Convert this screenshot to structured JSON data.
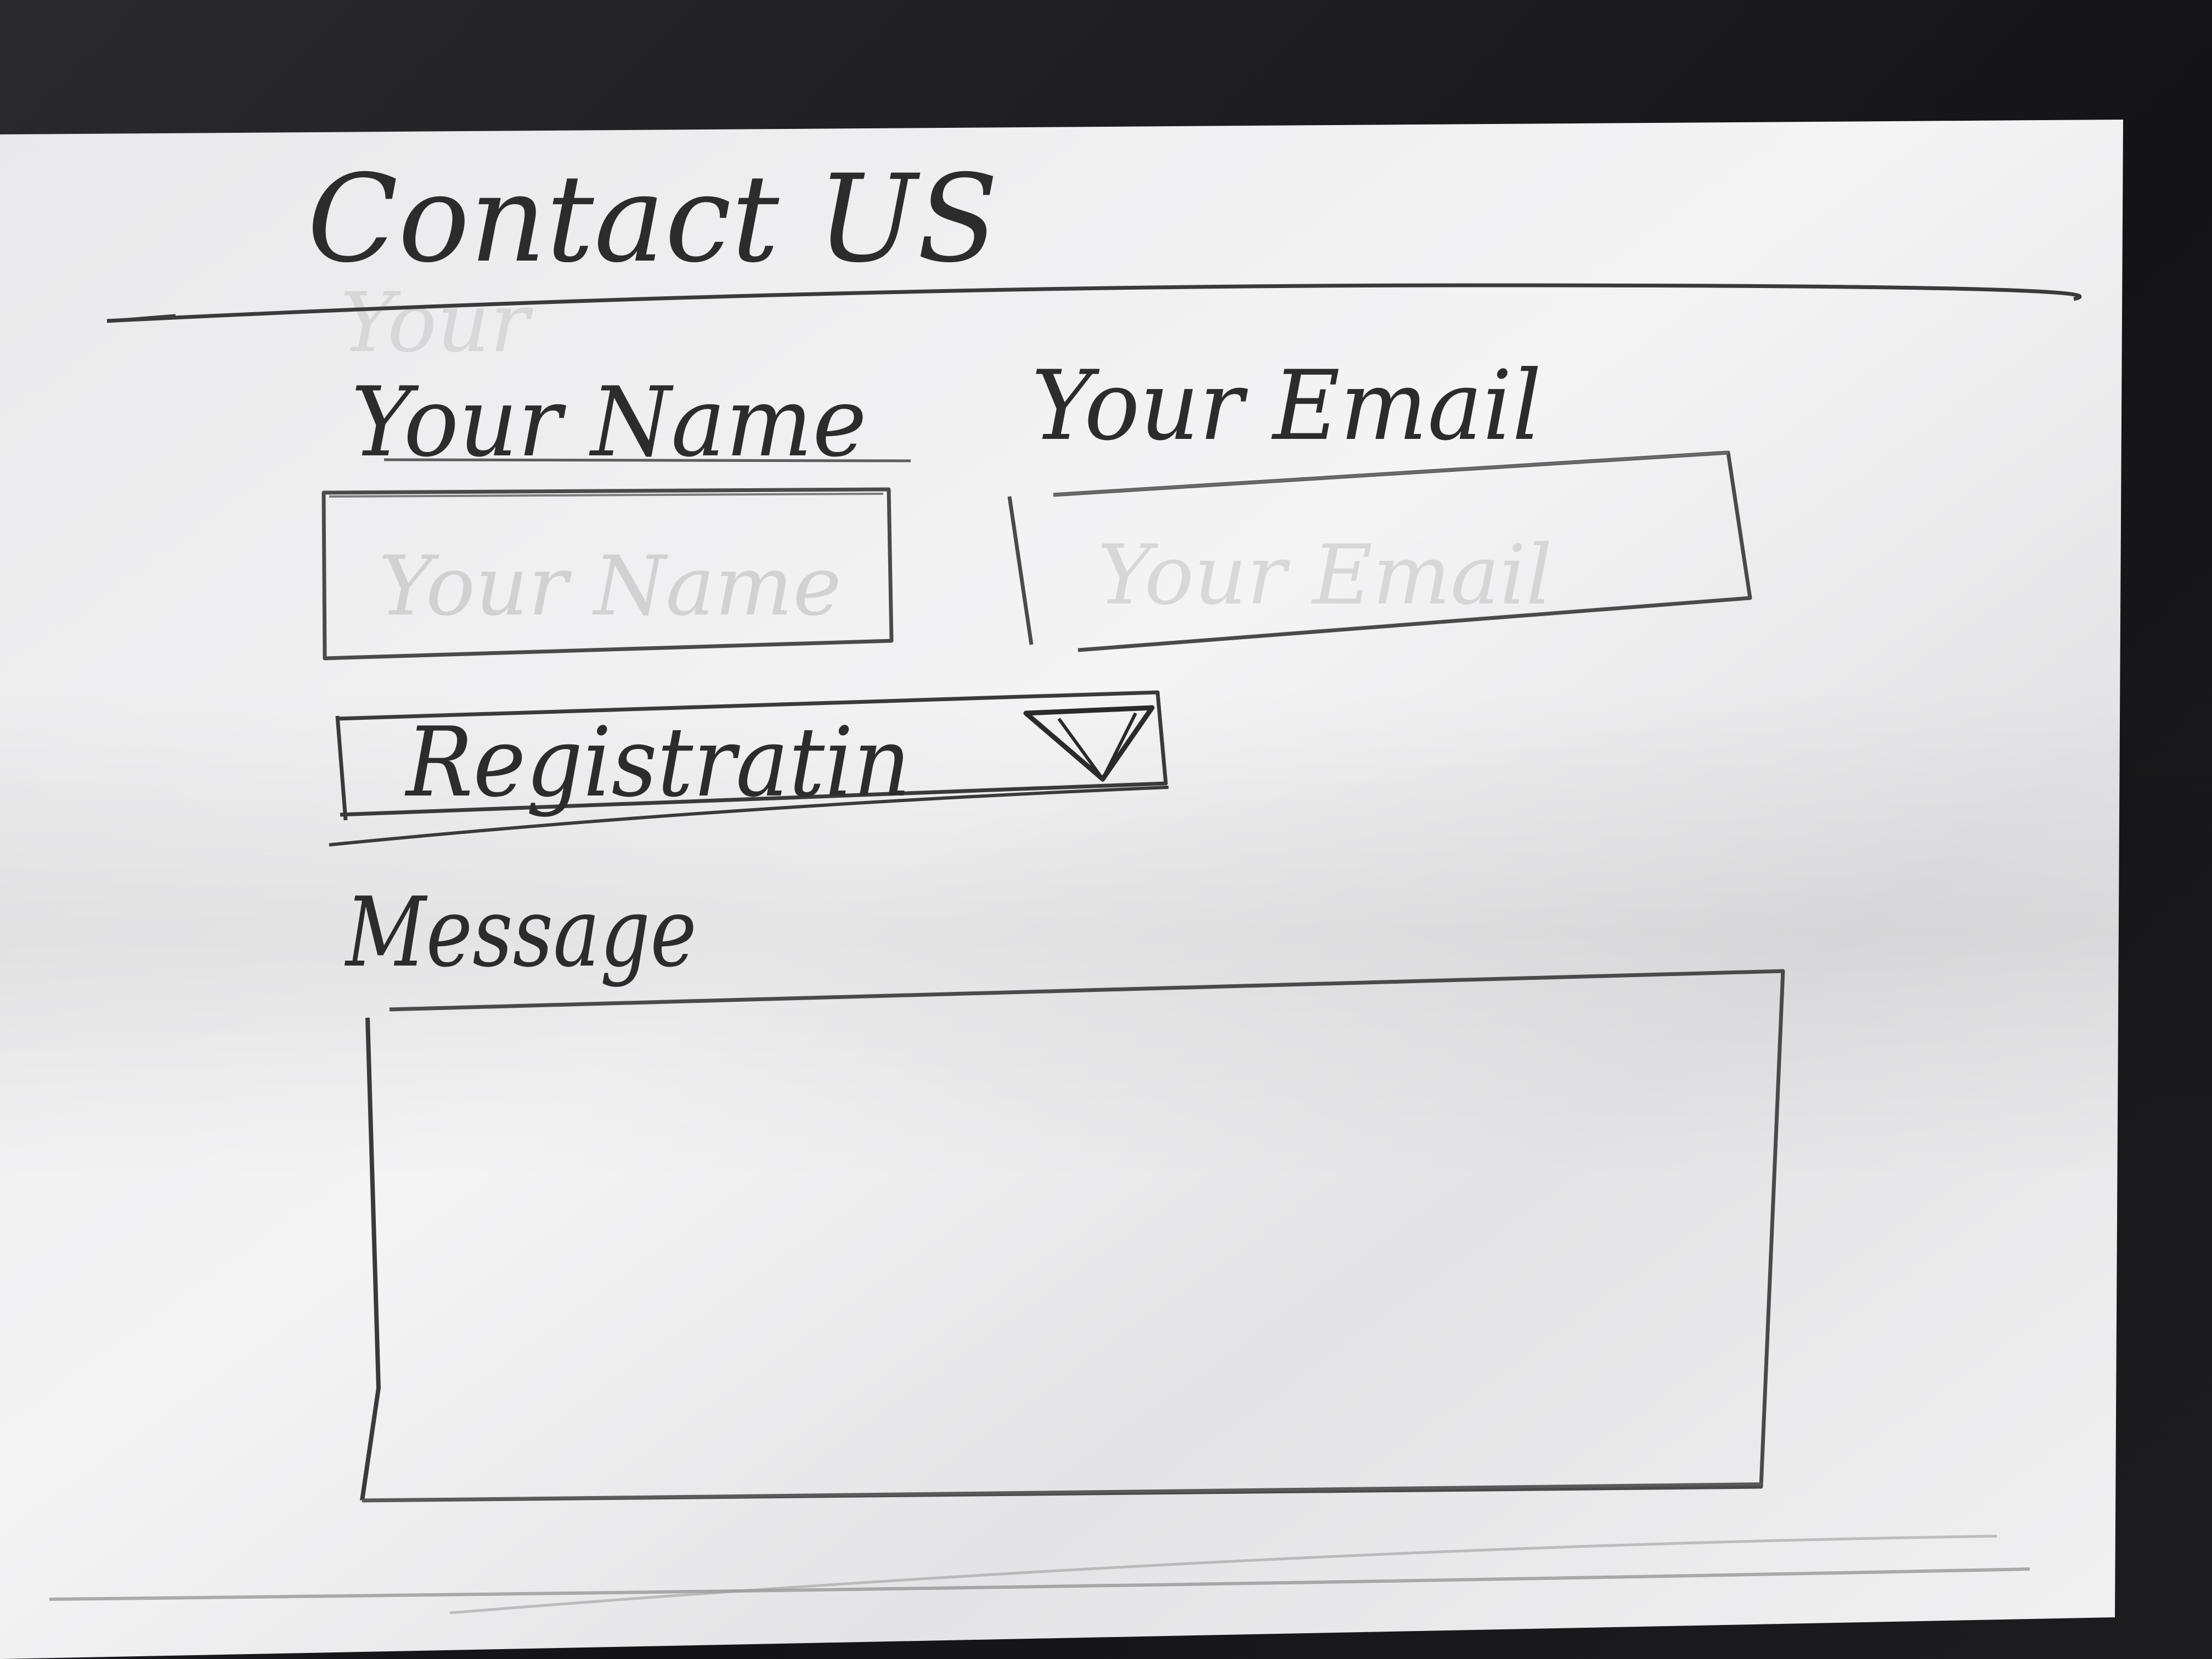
{
  "form": {
    "title": "Contact US",
    "name_label": "Your Name",
    "email_label": "Your Email",
    "subject_select_value": "Registratin",
    "message_label": "Message"
  },
  "colors": {
    "pencil": "#2c2c2c",
    "pencil_light": "#7a7a7a",
    "paper": "#ededee",
    "background": "#1b1b1d"
  },
  "icons": {
    "dropdown": "triangle-down-icon"
  }
}
